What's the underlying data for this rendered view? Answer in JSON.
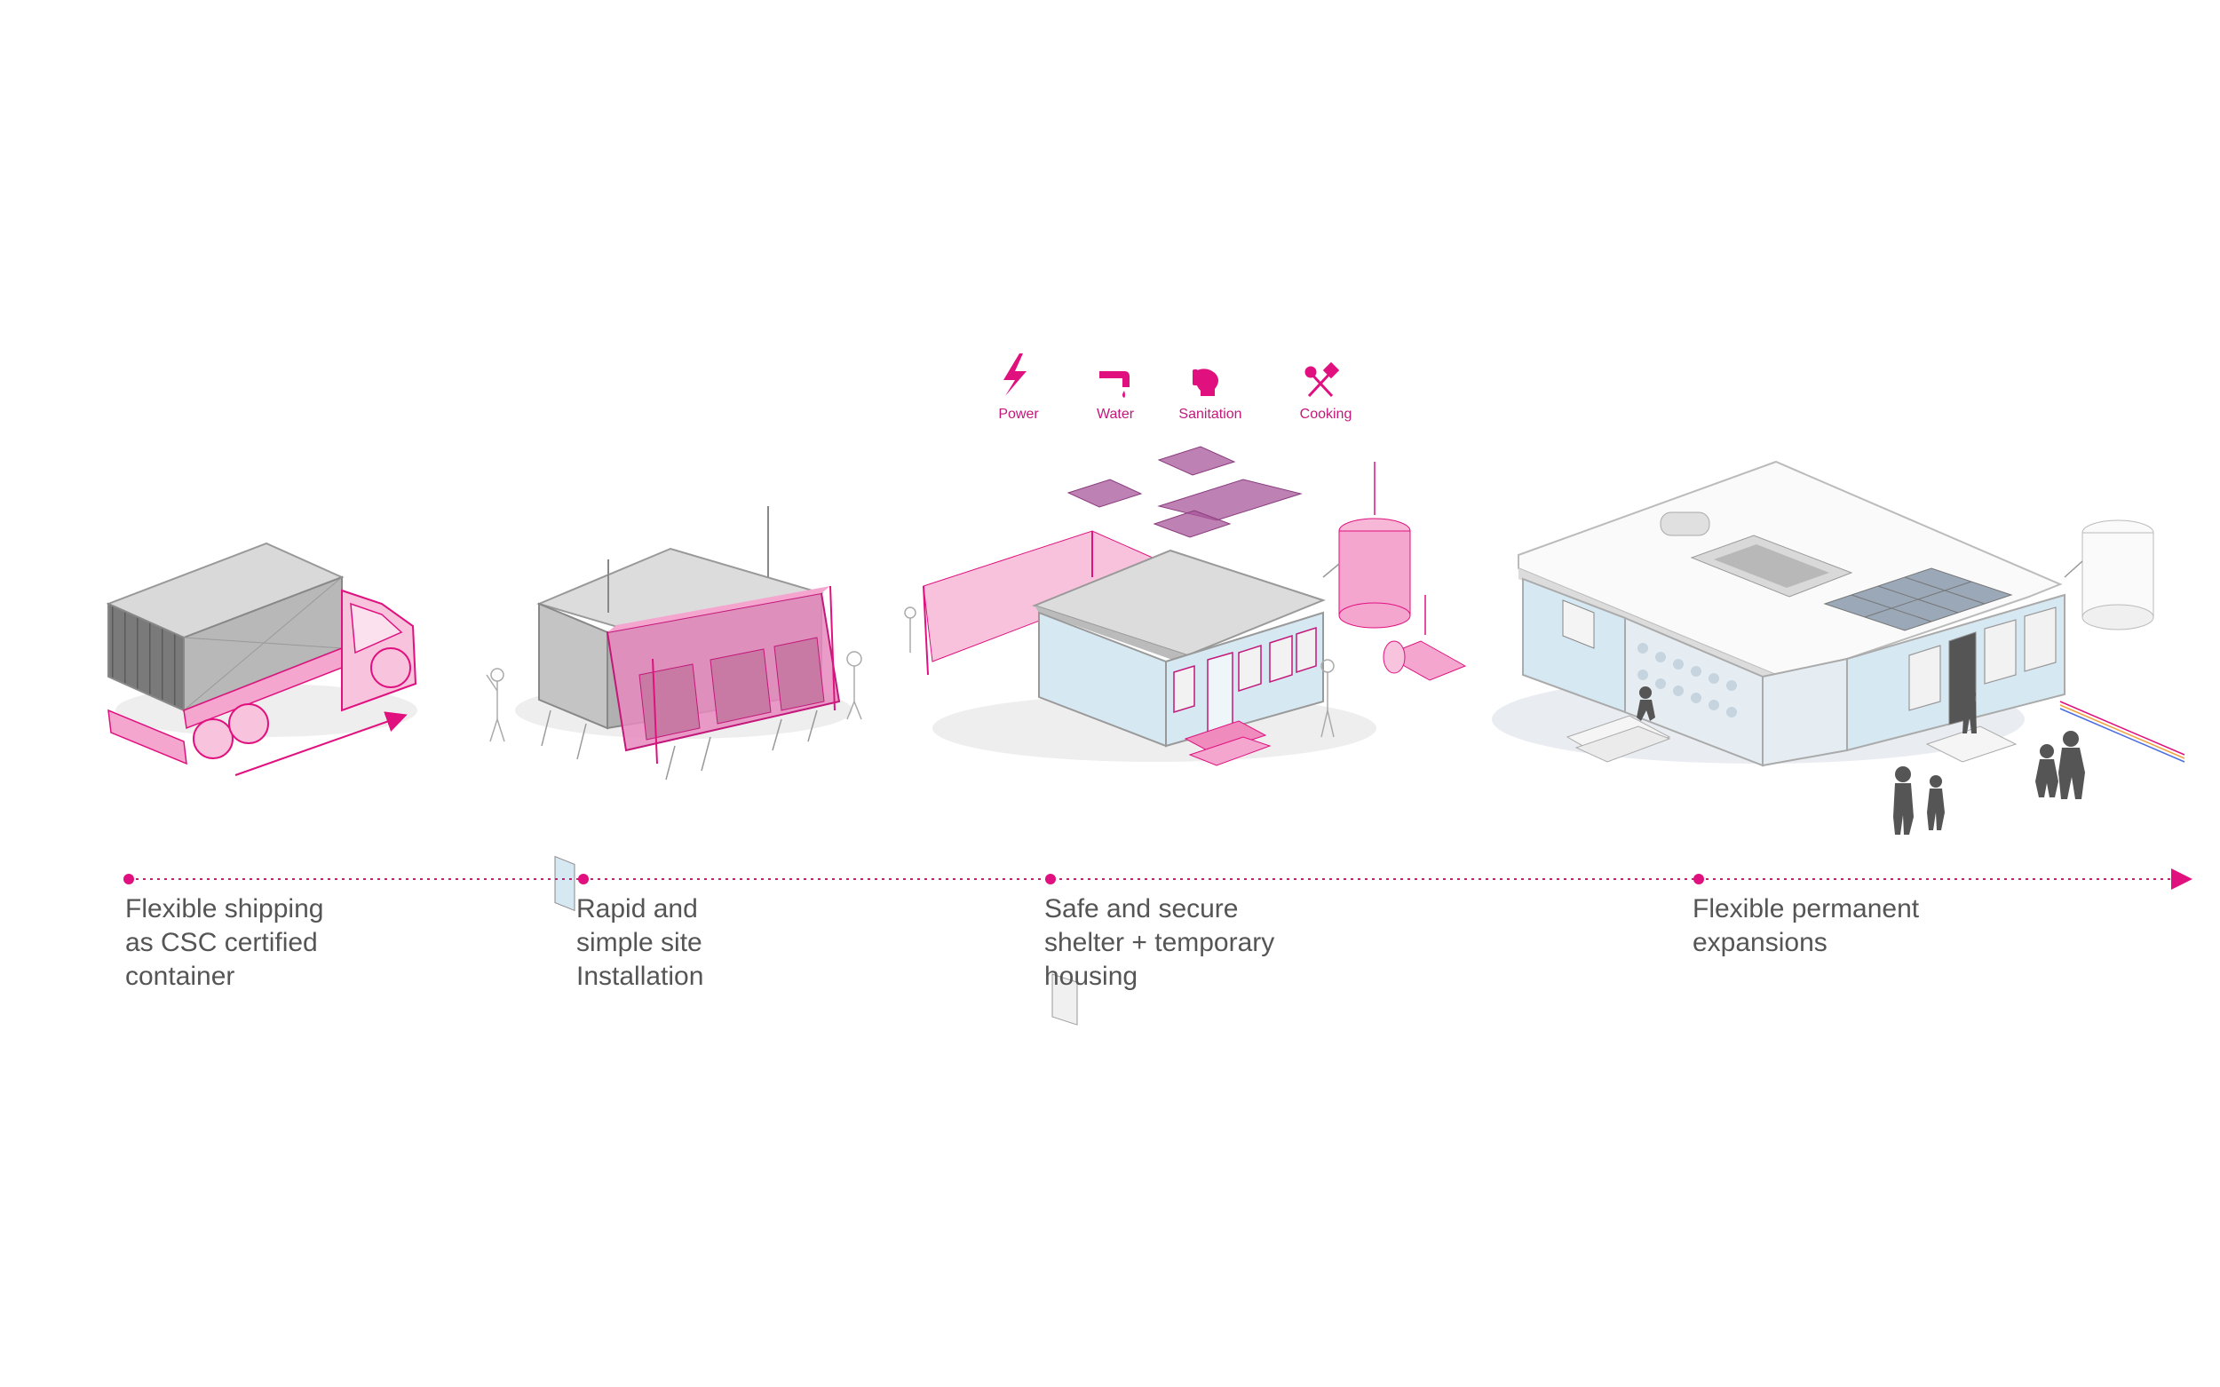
{
  "services": [
    {
      "label": "Power",
      "icon": "lightning-bolt-icon"
    },
    {
      "label": "Water",
      "icon": "water-tap-icon"
    },
    {
      "label": "Sanitation",
      "icon": "toilet-icon"
    },
    {
      "label": "Cooking",
      "icon": "crossed-utensils-icon"
    }
  ],
  "stages": [
    {
      "lines": [
        "Flexible shipping",
        "as CSC certified",
        "container"
      ]
    },
    {
      "lines": [
        "Rapid and",
        "simple site",
        "Installation"
      ]
    },
    {
      "lines": [
        "Safe and secure",
        "shelter + temporary",
        "housing"
      ]
    },
    {
      "lines": [
        "Flexible permanent",
        "expansions"
      ]
    }
  ],
  "colors": {
    "accent": "#e0117f",
    "accent_light": "#f4a6cf",
    "text": "#555555",
    "container_grey": "#bdbdbd",
    "panel_blue": "#d6e8f2",
    "figure_grey": "#555555"
  }
}
